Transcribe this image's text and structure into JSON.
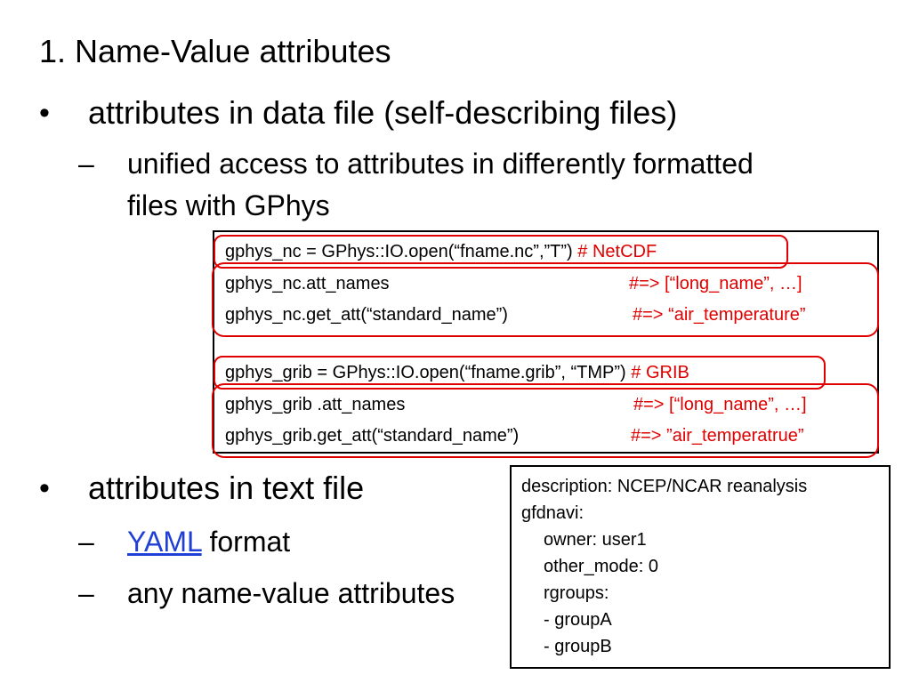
{
  "slide": {
    "title": "1. Name-Value attributes",
    "bullet_symbol": "•",
    "dash_symbol": "–",
    "bullets": [
      {
        "text": "attributes in data file (self-describing files)",
        "subs": [
          {
            "line1": "unified access to attributes in differently formatted",
            "line2": "files with GPhys"
          }
        ]
      },
      {
        "text": "attributes in text file",
        "subs": [
          {
            "link": "YAML",
            "rest": " format"
          },
          {
            "text": "any name-value attributes"
          }
        ]
      }
    ]
  },
  "code": {
    "lines": [
      {
        "code": "gphys_nc = GPhys::IO.open(“fname.nc”,”T”)  ",
        "comment": "# NetCDF"
      },
      {
        "code": "gphys_nc.att_names",
        "result": "#=> [“long_name”, …]"
      },
      {
        "code": "gphys_nc.get_att(“standard_name”)",
        "result": "#=> “air_temperature”"
      },
      {
        "code": "gphys_grib = GPhys::IO.open(“fname.grib”, “TMP”) ",
        "comment": "# GRIB"
      },
      {
        "code": "gphys_grib .att_names",
        "result": "#=> [“long_name”, …]"
      },
      {
        "code": "gphys_grib.get_att(“standard_name”)",
        "result": "#=> ”air_temperatrue”"
      }
    ]
  },
  "yaml": {
    "lines": [
      "description: NCEP/NCAR reanalysis",
      "gfdnavi:",
      "owner: user1",
      "other_mode: 0",
      "rgroups:",
      "- groupA",
      "- groupB"
    ]
  },
  "colors": {
    "highlight": "#e00000",
    "link": "#1f3fd6",
    "text": "#000000",
    "background": "#ffffff"
  }
}
